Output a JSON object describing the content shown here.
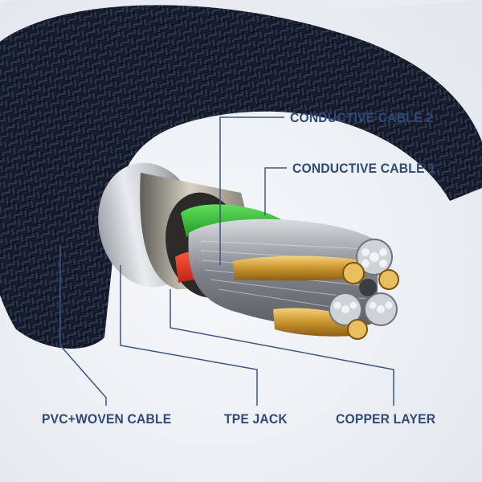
{
  "labels": {
    "conductive_cable_2": "CONDUCTIVE CABLE 2",
    "conductive_cable_1": "CONDUCTIVE CABLE 1",
    "pvc_woven_cable": "PVC+WOVEN CABLE",
    "tpe_jack": "TPE JACK",
    "copper_layer": "COPPER LAYER"
  },
  "colors": {
    "background": "#eef1f5",
    "braid": "#1c2236",
    "label_text": "#2f4a78",
    "leader_line": "#3d5684",
    "green_core": "#35c23a",
    "red_core": "#e0301e",
    "copper": "#d9a93c",
    "silver": "#b7bcc2",
    "shield": "#8d8f92"
  }
}
